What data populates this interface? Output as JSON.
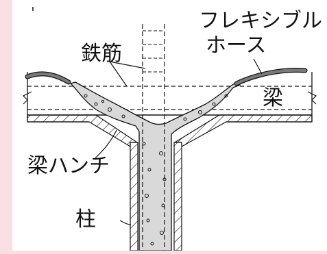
{
  "diagram": {
    "labels": {
      "rebar": "鉄筋",
      "flexible_hose_line1": "フレキシブル",
      "flexible_hose_line2": "ホース",
      "beam": "梁",
      "beam_haunch": "梁ハンチ",
      "column": "柱"
    },
    "colors": {
      "background": "#f9dfe3",
      "panel": "#ffffff",
      "concrete": "#d9d9d9",
      "line": "#111111",
      "hose": "#7a7a7a"
    }
  }
}
